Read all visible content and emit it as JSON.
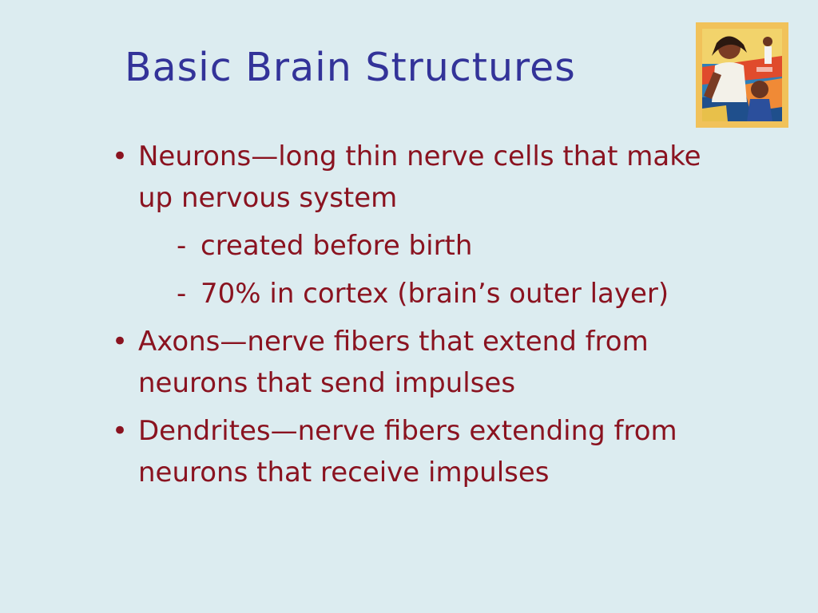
{
  "slide": {
    "title": "Basic Brain Structures",
    "bullet_char": "•",
    "dash_char": "-",
    "items": [
      {
        "text": "Neurons—long thin nerve cells that make up nervous system",
        "subitems": [
          "created before birth",
          "70% in cortex (brain’s outer layer)"
        ]
      },
      {
        "text": "Axons—nerve fibers that extend from neurons that send impulses",
        "subitems": []
      },
      {
        "text": "Dendrites—nerve fibers extending from neurons that receive impulses",
        "subitems": []
      }
    ]
  },
  "colors": {
    "background": "#dcecf0",
    "title": "#333399",
    "body_text": "#8a1320",
    "art_frame": "#f1c25a"
  },
  "icons": {
    "art": "illustration-icon"
  }
}
